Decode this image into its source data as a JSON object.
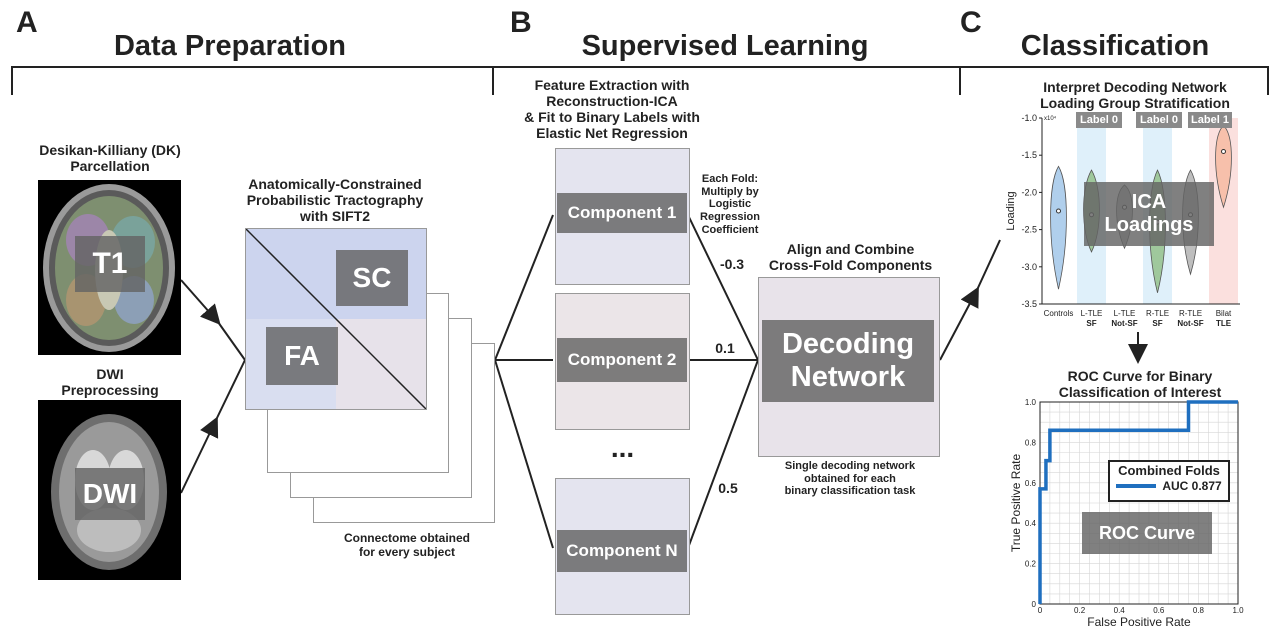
{
  "panels": {
    "a": {
      "letter": "A",
      "title": "Data Preparation"
    },
    "b": {
      "letter": "B",
      "title": "Supervised Learning"
    },
    "c": {
      "letter": "C",
      "title": "Classification"
    }
  },
  "prep": {
    "dk_label_1": "Desikan-Killiany (DK)",
    "dk_label_2": "Parcellation",
    "t1_tag": "T1",
    "dwi_label_1": "DWI",
    "dwi_label_2": "Preprocessing",
    "dwi_tag": "DWI",
    "tract_1": "Anatomically-Constrained",
    "tract_2": "Probabilistic Tractography",
    "tract_3": "with SIFT2",
    "sc_tag": "SC",
    "fa_tag": "FA",
    "conn_note_1": "Connectome obtained",
    "conn_note_2": "for every subject"
  },
  "learning": {
    "fe_1": "Feature Extraction with",
    "fe_2": "Reconstruction-ICA",
    "fe_3": "& Fit to Binary Labels with",
    "fe_4": "Elastic Net Regression",
    "components": [
      "Component 1",
      "Component 2",
      "Component N"
    ],
    "ellipsis": "...",
    "fold_1": "Each Fold:",
    "fold_2": "Multiply by",
    "fold_3": "Logistic",
    "fold_4": "Regression",
    "fold_5": "Coefficient",
    "coefficients": [
      "-0.3",
      "0.1",
      "0.5"
    ],
    "align_1": "Align and Combine",
    "align_2": "Cross-Fold Components",
    "decoding_1": "Decoding",
    "decoding_2": "Network",
    "single_1": "Single decoding network",
    "single_2": "obtained for each",
    "single_3": "binary classification task"
  },
  "classification": {
    "interp_1": "Interpret Decoding Network",
    "interp_2": "Loading Group Stratification",
    "label_tags": [
      "Label 0",
      "Label 0",
      "Label 1"
    ],
    "violin_overlay_1": "ICA",
    "violin_overlay_2": "Loadings",
    "violin_ylabel": "Loading",
    "violin_scale": "x10⁴",
    "violin_yticks": [
      "-1.0",
      "-1.5",
      "-2.0",
      "-2.5",
      "-3.0",
      "-3.5"
    ],
    "violin_groups": [
      {
        "l1": "Controls",
        "l2": ""
      },
      {
        "l1": "L-TLE",
        "l2": "SF"
      },
      {
        "l1": "L-TLE",
        "l2": "Not-SF"
      },
      {
        "l1": "R-TLE",
        "l2": "SF"
      },
      {
        "l1": "R-TLE",
        "l2": "Not-SF"
      },
      {
        "l1": "Bilat",
        "l2": "TLE"
      }
    ],
    "roc_title_1": "ROC Curve for Binary",
    "roc_title_2": "Classification of Interest",
    "roc_xlabel": "False Positive Rate",
    "roc_ylabel": "True Positive Rate",
    "roc_xticks": [
      "0",
      "0.2",
      "0.4",
      "0.6",
      "0.8",
      "1.0"
    ],
    "roc_yticks": [
      "0",
      "0.2",
      "0.4",
      "0.6",
      "0.8",
      "1.0"
    ],
    "legend_title": "Combined Folds",
    "legend_entry": "AUC 0.877",
    "roc_overlay": "ROC Curve",
    "roc_color": "#1f6fbf"
  },
  "chart_data": [
    {
      "type": "line",
      "title": "ROC Curve for Binary Classification of Interest",
      "xlabel": "False Positive Rate",
      "ylabel": "True Positive Rate",
      "xlim": [
        0,
        1
      ],
      "ylim": [
        0,
        1
      ],
      "grid": true,
      "legend": "right",
      "series": [
        {
          "name": "AUC 0.877",
          "x": [
            0,
            0,
            0.03,
            0.03,
            0.05,
            0.05,
            0.07,
            0.07,
            0.75,
            0.75,
            1.0
          ],
          "y": [
            0,
            0.57,
            0.57,
            0.71,
            0.71,
            0.86,
            0.86,
            0.86,
            0.86,
            1.0,
            1.0
          ]
        }
      ]
    },
    {
      "type": "violin",
      "ylabel": "Loading",
      "ylim": [
        -3.5,
        -1.0
      ],
      "categories": [
        "Controls",
        "L-TLE SF",
        "L-TLE Not-SF",
        "R-TLE SF",
        "R-TLE Not-SF",
        "Bilat TLE"
      ],
      "medians": [
        -2.25,
        -2.3,
        -2.2,
        -2.4,
        -2.3,
        -1.45
      ],
      "ranges": [
        [
          -3.3,
          -1.65
        ],
        [
          -2.8,
          -1.7
        ],
        [
          -2.75,
          -1.9
        ],
        [
          -3.35,
          -1.7
        ],
        [
          -3.1,
          -1.7
        ],
        [
          -2.2,
          -1.1
        ]
      ],
      "colors": [
        "#6fa8dc",
        "#6aa84f",
        "#888888",
        "#6aa84f",
        "#888888",
        "#f4a582"
      ]
    }
  ]
}
